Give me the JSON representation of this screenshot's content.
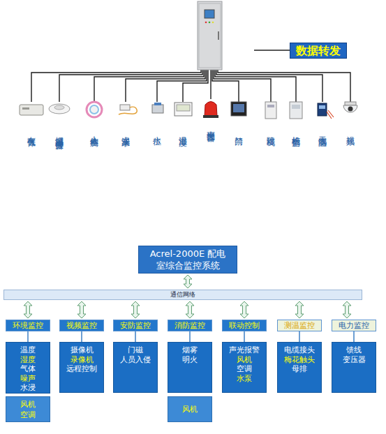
{
  "diagram": {
    "nodes": [
      {
        "text": [
          "数据转发"
        ]
      },
      {
        "text": [
          "Acrel-2000E 配电室综合监控系统"
        ]
      },
      {
        "text": [
          "通信网络"
        ]
      },
      {
        "text": [
          "环境监控"
        ]
      },
      {
        "text": [
          "视频监控"
        ]
      },
      {
        "text": [
          "安防监控"
        ]
      },
      {
        "text": [
          "消防监控"
        ]
      },
      {
        "text": [
          "联动控制"
        ]
      },
      {
        "text": [
          "测温监控"
        ]
      },
      {
        "text": [
          "电力监控"
        ]
      },
      {
        "text": [
          "温度",
          "湿度",
          "气体",
          "噪声",
          "水浸"
        ]
      },
      {
        "text": [
          "摄像机",
          "录像机",
          "远程控制"
        ]
      },
      {
        "text": [
          "门磁",
          "人员入侵"
        ]
      },
      {
        "text": [
          "烟雾",
          "明火"
        ]
      },
      {
        "text": [
          "声光报警",
          "风机",
          "空调",
          "水泵"
        ]
      },
      {
        "text": [
          "电缆接头",
          "梅花触头",
          "母排"
        ]
      },
      {
        "text": [
          "馈线",
          "变压器"
        ]
      },
      {
        "text": [
          "风机",
          "空调"
        ]
      },
      {
        "text": [
          "风机"
        ]
      }
    ],
    "edges": [
      {
        "from": 1,
        "to": 2,
        "arrow": "both"
      },
      {
        "from": 2,
        "to": 3,
        "arrow": "both"
      },
      {
        "from": 2,
        "to": 4,
        "arrow": "both"
      },
      {
        "from": 2,
        "to": 5,
        "arrow": "both"
      },
      {
        "from": 2,
        "to": 6,
        "arrow": "both"
      },
      {
        "from": 2,
        "to": 7,
        "arrow": "both"
      },
      {
        "from": 2,
        "to": 8,
        "arrow": "both"
      },
      {
        "from": 2,
        "to": 9,
        "arrow": "both"
      },
      {
        "from": 3,
        "to": 10,
        "arrow": "none"
      },
      {
        "from": 4,
        "to": 11,
        "arrow": "none"
      },
      {
        "from": 5,
        "to": 12,
        "arrow": "none"
      },
      {
        "from": 6,
        "to": 13,
        "arrow": "none"
      },
      {
        "from": 7,
        "to": 14,
        "arrow": "none"
      },
      {
        "from": 8,
        "to": 15,
        "arrow": "none"
      },
      {
        "from": 9,
        "to": 16,
        "arrow": "none"
      }
    ],
    "labels": [
      "有害气体",
      "烟感温感火灾报警",
      "人体检测",
      "水浸漏水",
      "水位",
      "温湿度",
      "声光报警器",
      "门禁",
      "除湿机",
      "机柜空调",
      "无线测温",
      "视频"
    ]
  }
}
